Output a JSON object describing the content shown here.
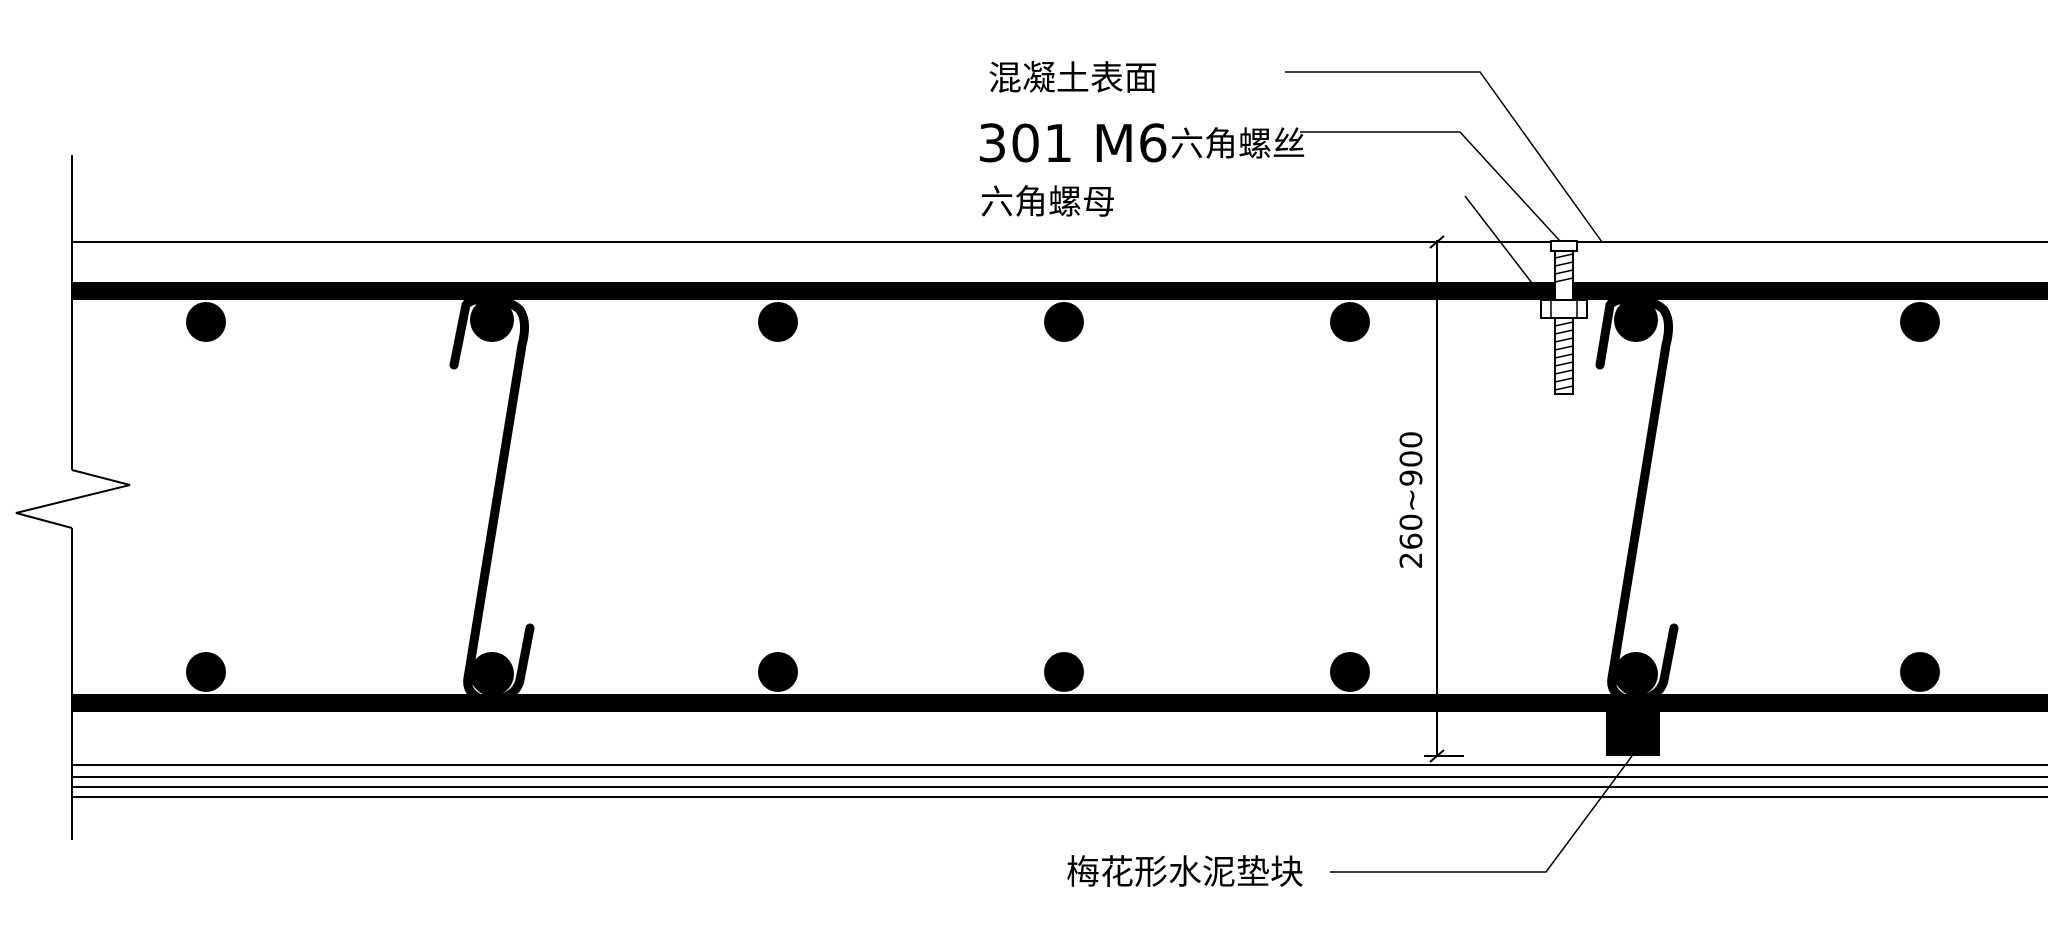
{
  "annotations": {
    "concrete_surface": "混凝土表面",
    "bolt_spec": "301 M6",
    "bolt_name": "六角螺丝",
    "hex_nut": "六角螺母",
    "spacer_block": "梅花形水泥垫块"
  },
  "dimension": {
    "thickness_range": "260~900"
  },
  "colors": {
    "line": "#000000",
    "background": "#ffffff"
  }
}
